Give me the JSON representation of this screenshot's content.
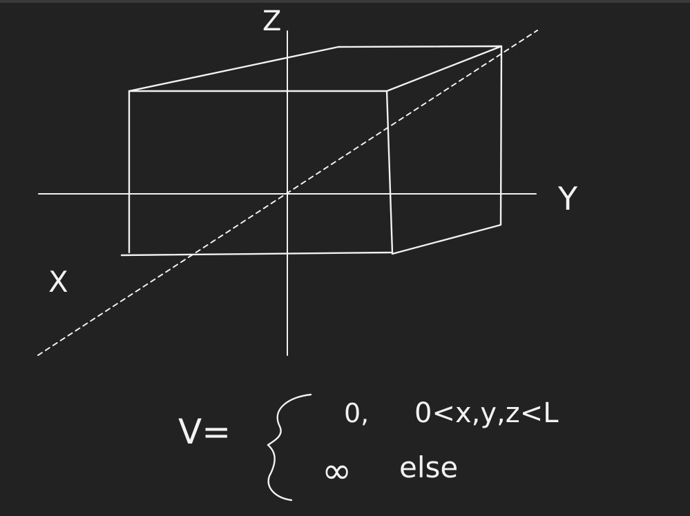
{
  "axes": {
    "x_label": "X",
    "y_label": "Y",
    "z_label": "Z"
  },
  "equation": {
    "lhs": "V=",
    "case1_value": "0,",
    "case1_condition": "0<x,y,z<L",
    "case2_value": "∞",
    "case2_condition": "else"
  },
  "colors": {
    "background": "#222222",
    "ink": "#f2f2f2"
  }
}
